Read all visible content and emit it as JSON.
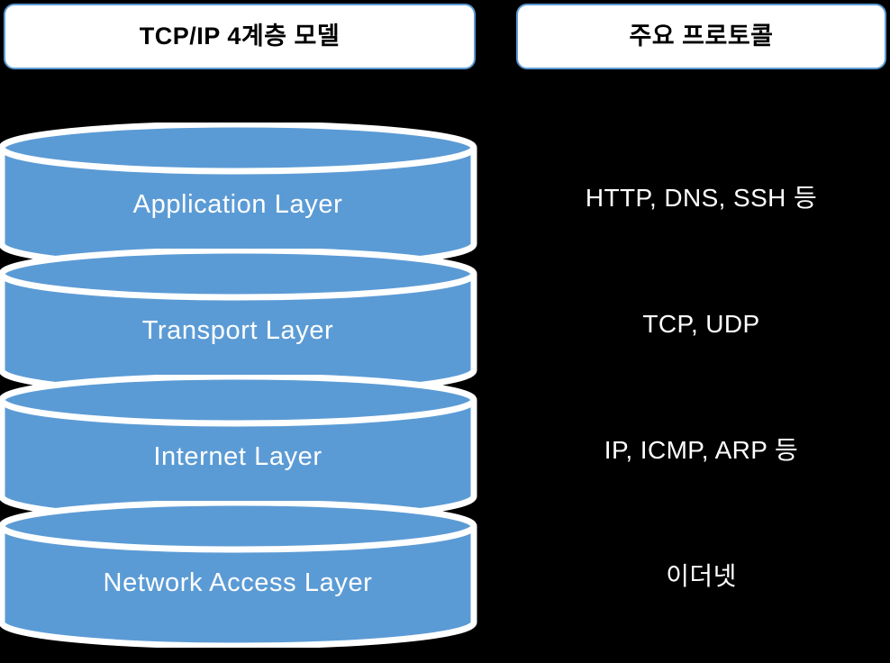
{
  "background_color": "#000000",
  "accent_color": "#5B9BD5",
  "headers": {
    "left": "TCP/IP 4계층 모델",
    "right": "주요 프로토콜"
  },
  "layers": [
    {
      "name": "Application Layer",
      "protocols": "HTTP, DNS, SSH 등"
    },
    {
      "name": "Transport Layer",
      "protocols": "TCP, UDP"
    },
    {
      "name": "Internet Layer",
      "protocols": "IP, ICMP, ARP 등"
    },
    {
      "name": "Network Access Layer",
      "protocols": "이더넷"
    }
  ]
}
